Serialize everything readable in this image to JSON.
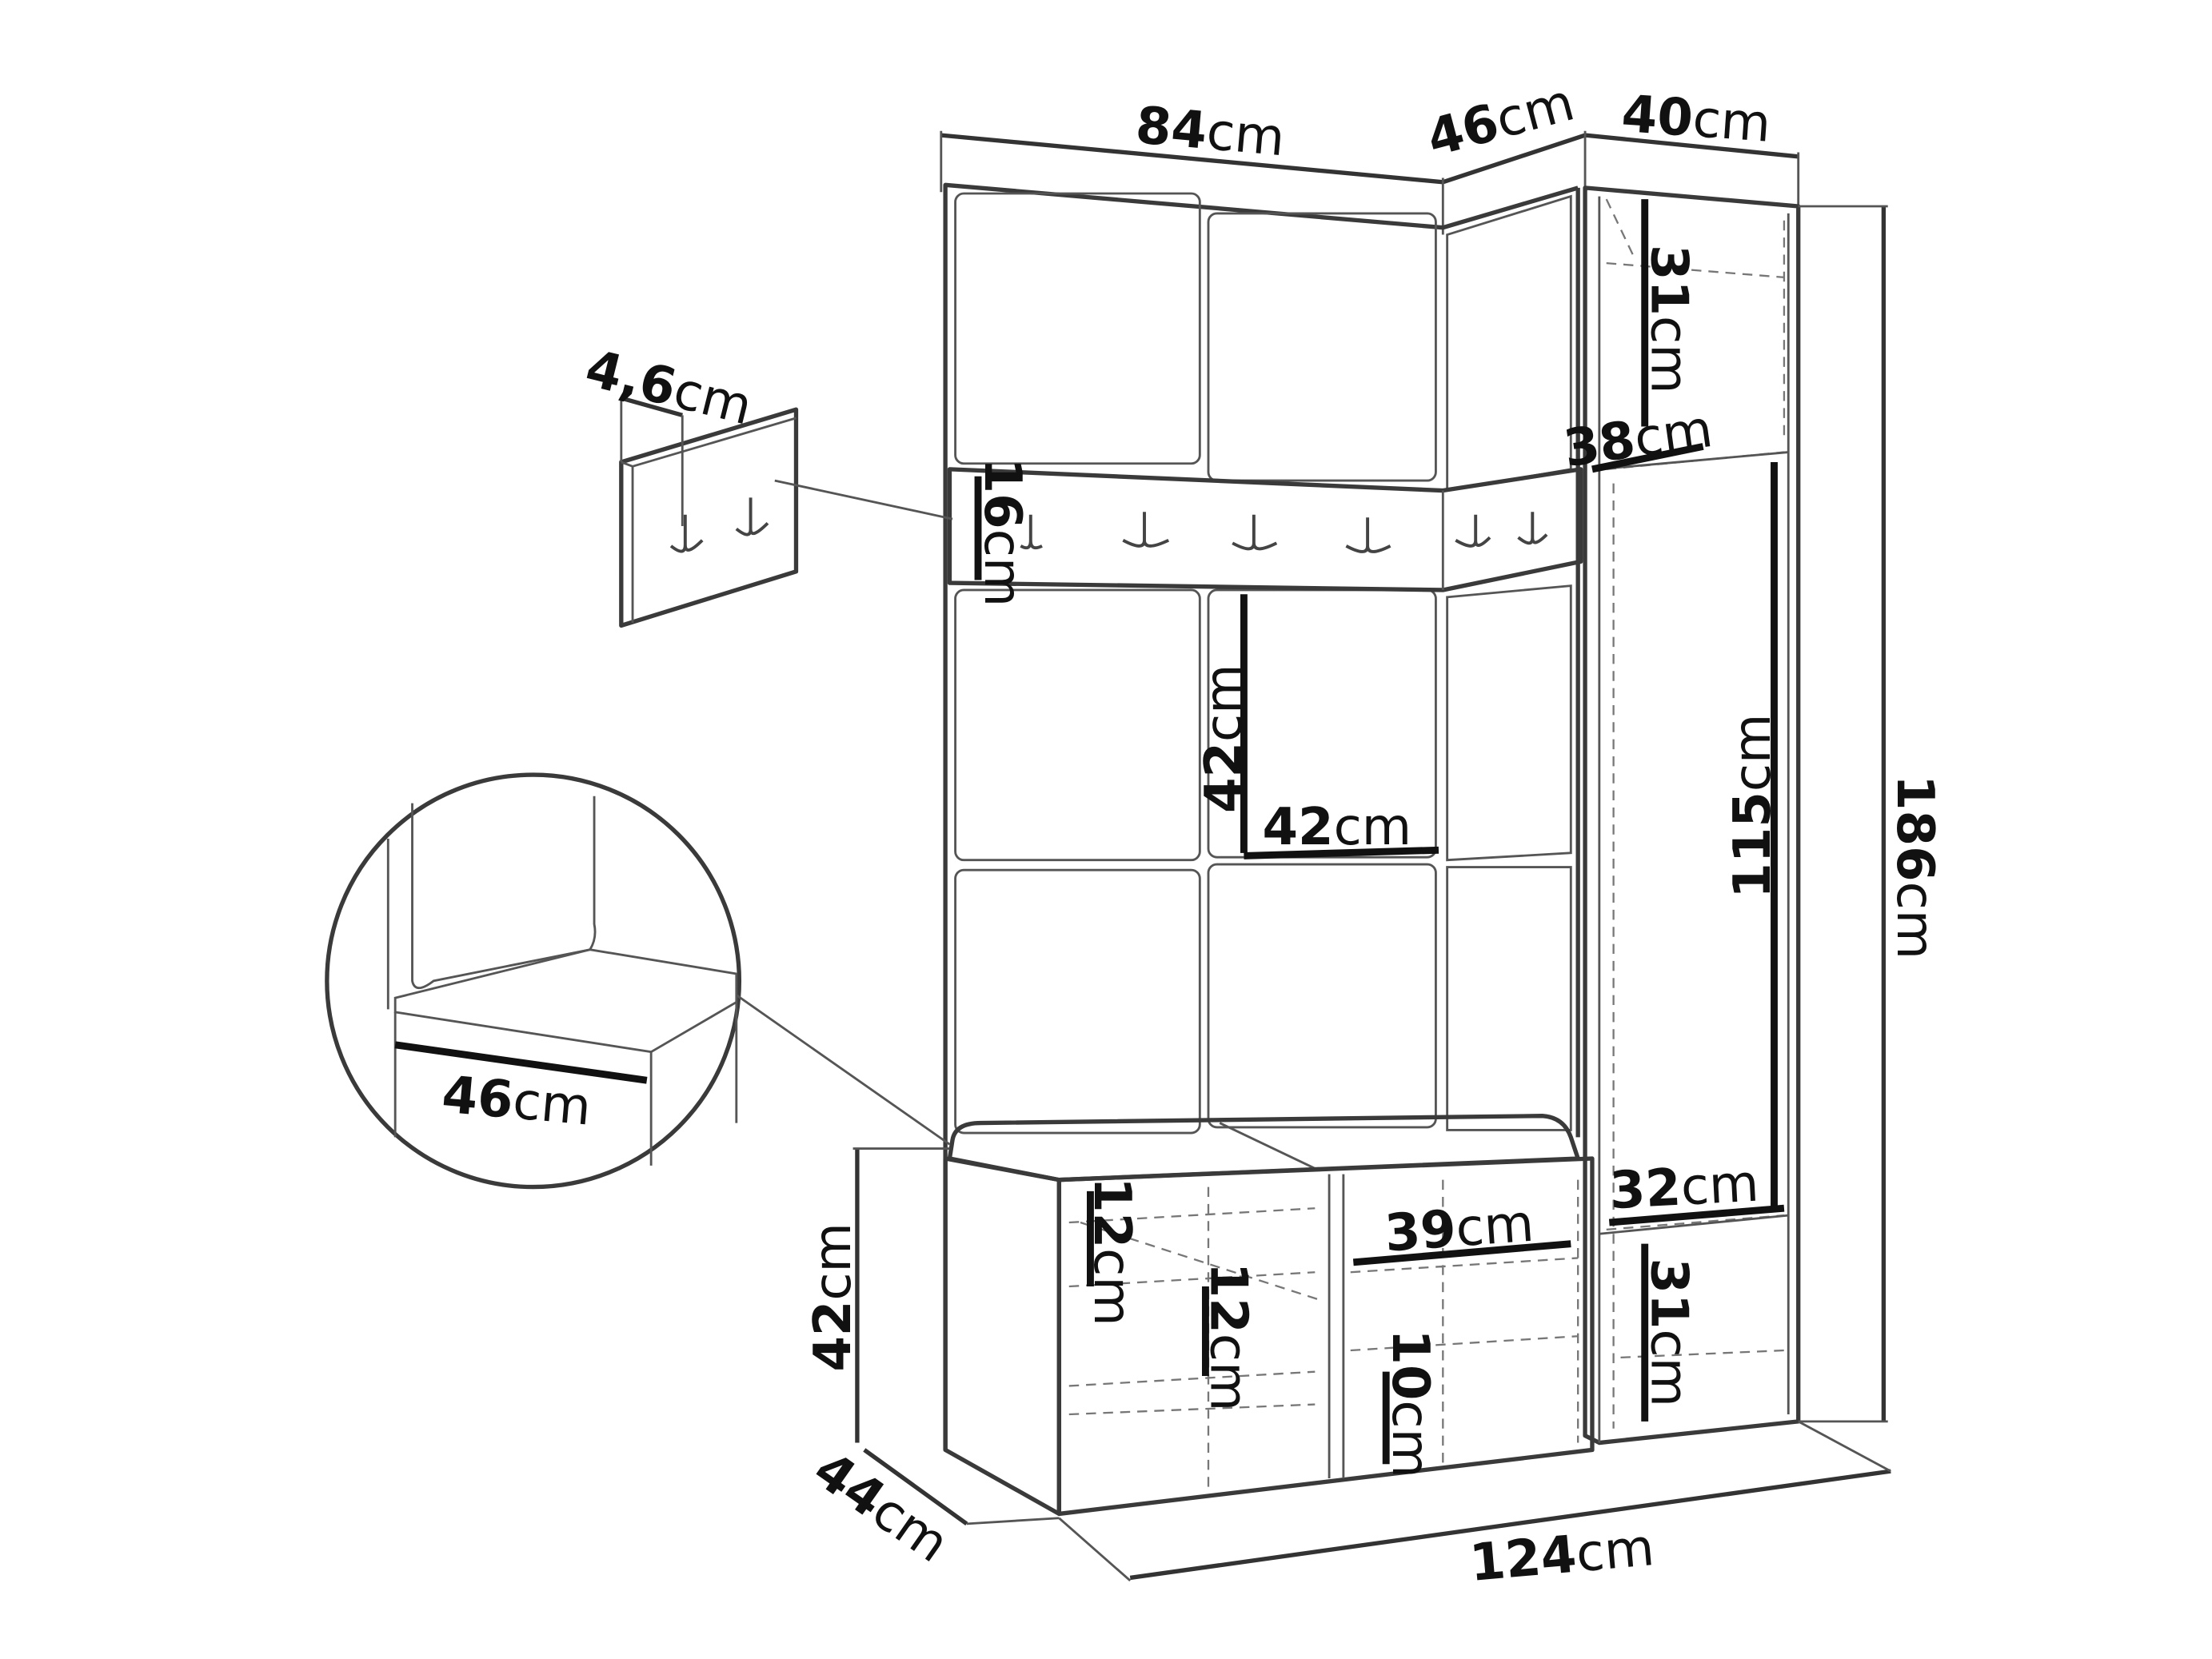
{
  "title": "Hallway furniture set dimension drawing",
  "labels": {
    "top_width_left": {
      "num": "84",
      "unit": "cm"
    },
    "top_width_corner": {
      "num": "46",
      "unit": "cm"
    },
    "top_width_right": {
      "num": "40",
      "unit": "cm"
    },
    "hook_panel_depth": {
      "num": "4,6",
      "unit": "cm"
    },
    "hook_strip_height": {
      "num": "16",
      "unit": "cm"
    },
    "cabinet_top_shelf_height": {
      "num": "31",
      "unit": "cm"
    },
    "cabinet_depth": {
      "num": "38",
      "unit": "cm"
    },
    "panel_height": {
      "num": "42",
      "unit": "cm"
    },
    "panel_width": {
      "num": "42",
      "unit": "cm"
    },
    "cabinet_middle_height": {
      "num": "115",
      "unit": "cm"
    },
    "total_height": {
      "num": "186",
      "unit": "cm"
    },
    "seat_depth": {
      "num": "46",
      "unit": "cm"
    },
    "bench_shelf_height_1": {
      "num": "12",
      "unit": "cm"
    },
    "bench_shelf_height_2": {
      "num": "12",
      "unit": "cm"
    },
    "bench_compartment_width": {
      "num": "39",
      "unit": "cm"
    },
    "bench_compartment_height": {
      "num": "10",
      "unit": "cm"
    },
    "cabinet_inner_width": {
      "num": "32",
      "unit": "cm"
    },
    "cabinet_bottom_shelf_height": {
      "num": "31",
      "unit": "cm"
    },
    "bench_height": {
      "num": "42",
      "unit": "cm"
    },
    "bench_depth": {
      "num": "44",
      "unit": "cm"
    },
    "total_width": {
      "num": "124",
      "unit": "cm"
    }
  },
  "colors": {
    "line": "#3a3a3a",
    "text": "#111111"
  }
}
